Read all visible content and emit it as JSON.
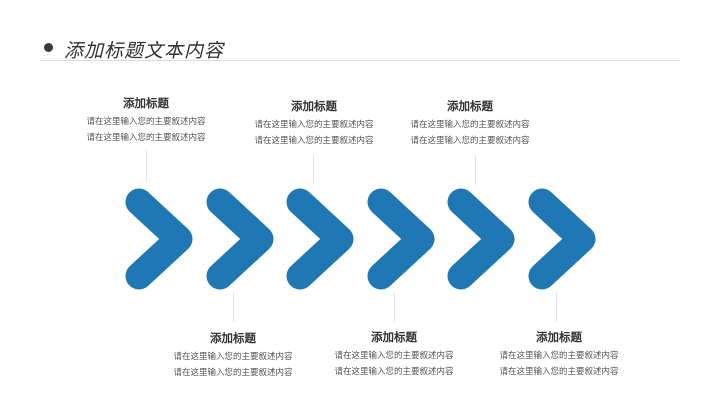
{
  "header": {
    "title": "添加标题文本内容",
    "bullet_icon": "circle-bullet"
  },
  "colors": {
    "accent": "#1f77b4",
    "divider": "#dcdcdc",
    "text": "#333333"
  },
  "steps": [
    {
      "title": "添加标题",
      "lines": [
        "请在这里输入您的主要叙述内容",
        "请在这里输入您的主要叙述内容"
      ]
    },
    {
      "title": "添加标题",
      "lines": [
        "请在这里输入您的主要叙述内容",
        "请在这里输入您的主要叙述内容"
      ]
    },
    {
      "title": "添加标题",
      "lines": [
        "请在这里输入您的主要叙述内容",
        "请在这里输入您的主要叙述内容"
      ]
    },
    {
      "title": "添加标题",
      "lines": [
        "请在这里输入您的主要叙述内容",
        "请在这里输入您的主要叙述内容"
      ]
    },
    {
      "title": "添加标题",
      "lines": [
        "请在这里输入您的主要叙述内容",
        "请在这里输入您的主要叙述内容"
      ]
    },
    {
      "title": "添加标题",
      "lines": [
        "请在这里输入您的主要叙述内容",
        "请在这里输入您的主要叙述内容"
      ]
    }
  ]
}
